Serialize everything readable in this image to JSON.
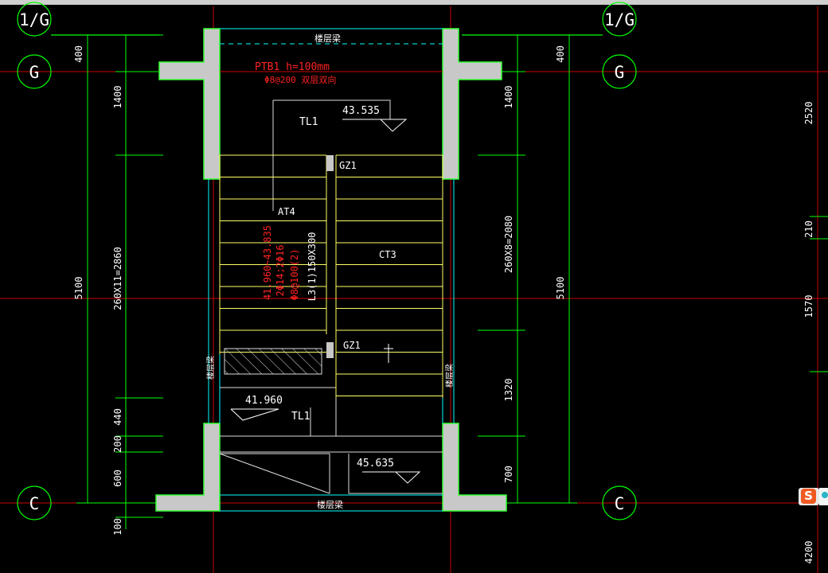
{
  "window": {
    "title": ""
  },
  "grid_axes": {
    "top_left": "1/G",
    "top_right": "1/G",
    "g_left": "G",
    "g_right": "G",
    "c_left": "C",
    "c_right": "C"
  },
  "dims_left": {
    "d1": "400",
    "d2": "1400",
    "d3": "260X11=2860",
    "d4": "440",
    "d5": "200",
    "d6": "600",
    "d7": "100",
    "total": "5100"
  },
  "dims_right": {
    "d1": "400",
    "d2": "1400",
    "d3": "260X8=2080",
    "d4": "1320",
    "d5": "700",
    "total": "5100"
  },
  "dims_far_right": {
    "d1": "2520",
    "d2": "210",
    "d3": "1570",
    "d4": "4200"
  },
  "labels": {
    "floor_beam_top": "楼层梁",
    "floor_beam_bottom": "楼层梁",
    "floor_beam_left": "楼层梁",
    "floor_beam_right": "楼层梁",
    "ptb_line1": "PTB1 h=100mm",
    "ptb_line2": "Φ8@200 双层双向",
    "tl1_top": "TL1",
    "tl1_bottom": "TL1",
    "elev_top": "43.535",
    "elev_mid": "41.960",
    "elev_bottom": "45.635",
    "gz1_top": "GZ1",
    "gz1_bottom": "GZ1",
    "at4": "AT4",
    "ct3": "CT3",
    "beam_note_1": "41.960~43.835",
    "beam_note_2": "2Φ14;2Φ16",
    "beam_note_3": "Φ8@100(2)",
    "beam_note_4": "L3(1)150X300"
  },
  "colors": {
    "background": "#000000",
    "wall_fill": "#c8c8c8",
    "wall_edge": "#33ff33",
    "dim_line": "#00ff00",
    "cyan_line": "#00ffff",
    "step_line": "#ffff66",
    "red_annot": "#ff2222",
    "white_text": "#ffffff",
    "axis_red": "#cc0000"
  },
  "ime": {
    "icon": "sogou-s-icon"
  }
}
